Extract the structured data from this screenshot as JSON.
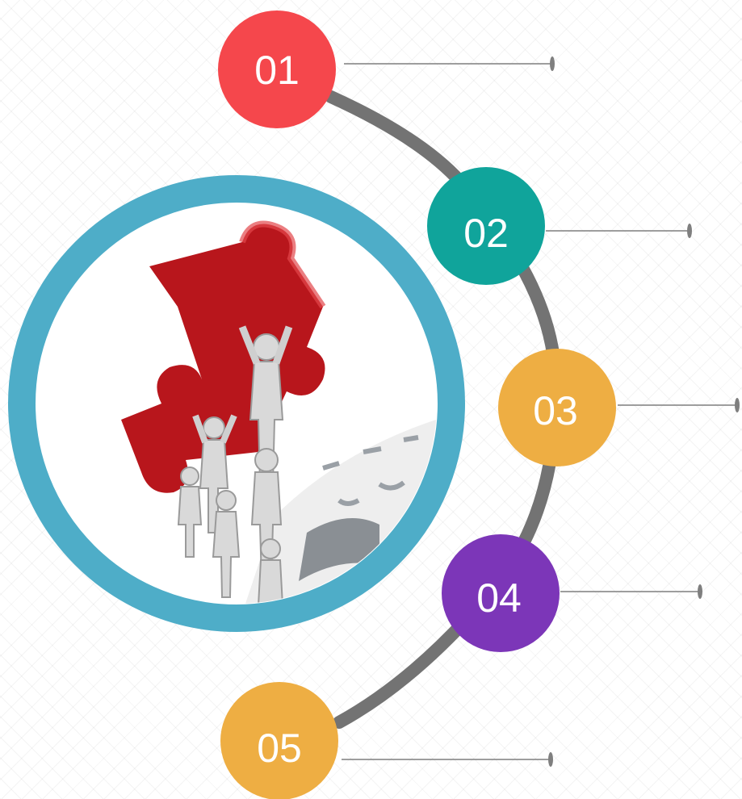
{
  "steps": [
    {
      "label": "01",
      "color": "#f5474c"
    },
    {
      "label": "02",
      "color": "#10a49b"
    },
    {
      "label": "03",
      "color": "#eeae43"
    },
    {
      "label": "04",
      "color": "#7c36b8"
    },
    {
      "label": "05",
      "color": "#eeae43"
    }
  ],
  "colors": {
    "arc": "#737373",
    "ring": "#4eadc8",
    "connector": "#7f7f7f",
    "puzzle": "#b8161c",
    "figures": "#d9d9d9"
  },
  "image": {
    "icon": "teamwork-puzzle-image"
  }
}
